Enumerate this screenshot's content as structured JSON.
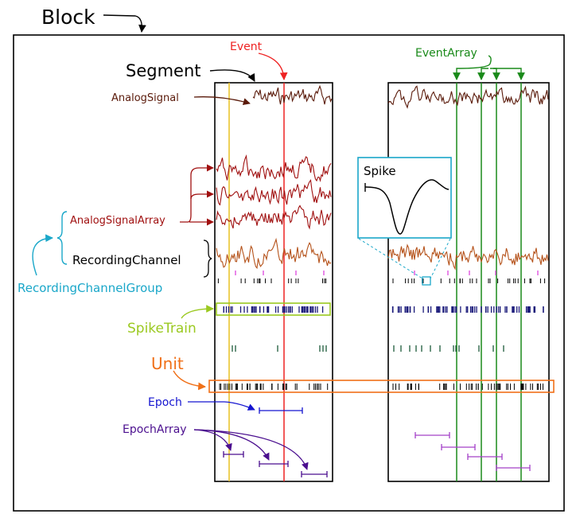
{
  "labels": {
    "block": "Block",
    "segment": "Segment",
    "event": "Event",
    "event_array": "EventArray",
    "analog_signal": "AnalogSignal",
    "analog_signal_array": "AnalogSignalArray",
    "recording_channel": "RecordingChannel",
    "recording_channel_group": "RecordingChannelGroup",
    "spike_train": "SpikeTrain",
    "unit": "Unit",
    "epoch": "Epoch",
    "epoch_array": "EpochArray",
    "spike": "Spike"
  },
  "colors": {
    "black": "#000000",
    "event": "#ee2222",
    "event_array": "#1a8a1a",
    "analog_signal": "#5a1a0a",
    "analog_signal_array": "#a01010",
    "recording_channel": "#b5521a",
    "recording_channel_group": "#1aa7c9",
    "spike_train": "#9bc920",
    "spike_train_ticks": "#1a1a7a",
    "unit": "#f07018",
    "epoch": "#1515d0",
    "epoch_array": "#4b0f8f",
    "epoch_array_right": "#a440c8",
    "magenta_ticks": "#dd44dd",
    "dark_green_ticks": "#1d5a3a",
    "yellow_line": "#e8c020"
  }
}
